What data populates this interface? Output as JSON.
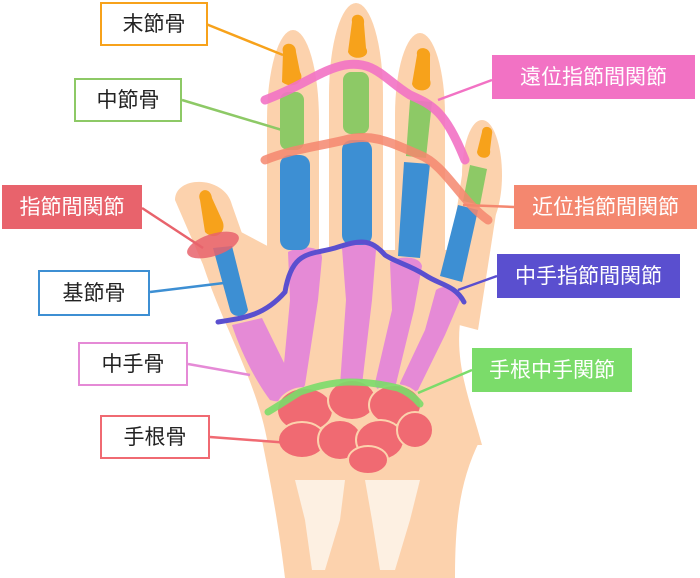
{
  "colors": {
    "skin": "#fcd2ad",
    "distal_phalanx": "#f7a21b",
    "middle_phalanx": "#8dc966",
    "proximal_phalanx": "#3d8fd3",
    "metacarpal": "#e58ad6",
    "carpal": "#f08080",
    "dip_joint": "#f272c4",
    "pip_joint": "#f4876f",
    "ip_joint": "#e8636c",
    "mcp_joint": "#5a4fcf",
    "cmc_joint": "#7bdc6a"
  },
  "labels": {
    "distal_phalanx": "末節骨",
    "middle_phalanx": "中節骨",
    "ip_joint": "指節間関節",
    "proximal_phalanx": "基節骨",
    "metacarpal": "中手骨",
    "carpal": "手根骨",
    "dip_joint": "遠位指節間関節",
    "pip_joint": "近位指節間関節",
    "mcp_joint": "中手指節間関節",
    "cmc_joint": "手根中手関節"
  }
}
